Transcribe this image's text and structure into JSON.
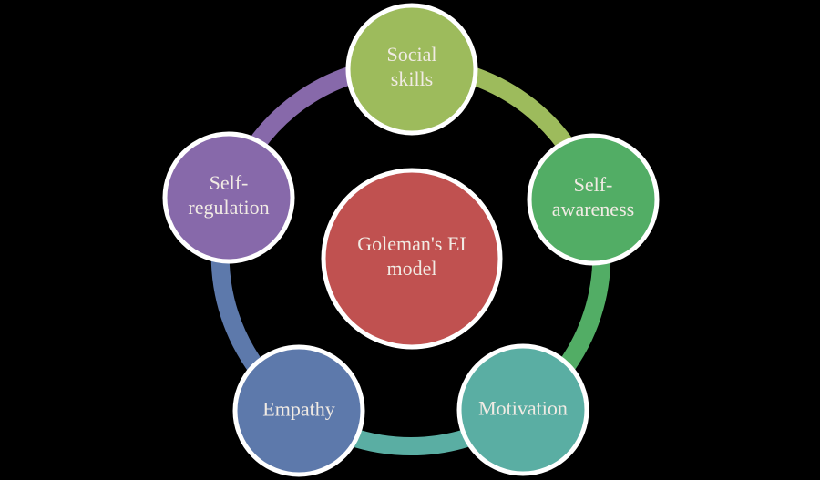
{
  "colors": {
    "background": "#000000",
    "circle_border": "#ffffff",
    "text": "#f1ebe4"
  },
  "diagram": {
    "center": {
      "label": "Goleman's EI\nmodel",
      "color": "#c05150"
    },
    "nodes": [
      {
        "id": "social-skills",
        "label": "Social\nskills",
        "color": "#9dbb5c"
      },
      {
        "id": "self-awareness",
        "label": "Self-\nawareness",
        "color": "#52ad65"
      },
      {
        "id": "motivation",
        "label": "Motivation",
        "color": "#5aaea3"
      },
      {
        "id": "empathy",
        "label": "Empathy",
        "color": "#5d79ab"
      },
      {
        "id": "self-regulation",
        "label": "Self-\nregulation",
        "color": "#8769aa"
      }
    ],
    "ring_segments": [
      {
        "from": "social-skills",
        "to": "self-awareness",
        "color": "#9dbb5c"
      },
      {
        "from": "self-awareness",
        "to": "motivation",
        "color": "#52ad65"
      },
      {
        "from": "motivation",
        "to": "empathy",
        "color": "#5aaea3"
      },
      {
        "from": "empathy",
        "to": "self-regulation",
        "color": "#5d79ab"
      },
      {
        "from": "self-regulation",
        "to": "social-skills",
        "color": "#8769aa"
      }
    ]
  }
}
